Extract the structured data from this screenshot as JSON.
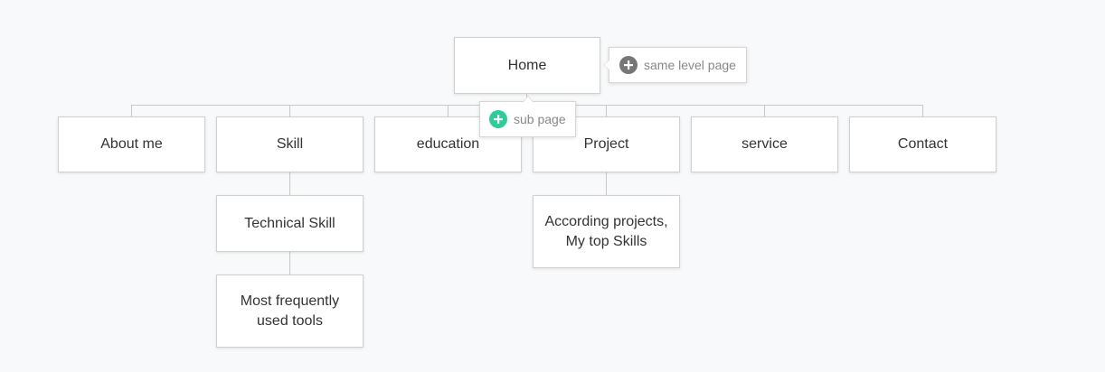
{
  "sitemap": {
    "root": {
      "label": "Home"
    },
    "children": [
      {
        "label": "About me",
        "children": []
      },
      {
        "label": "Skill",
        "children": [
          {
            "label": "Technical Skill"
          },
          {
            "label": "Most frequently used tools"
          }
        ]
      },
      {
        "label": "education",
        "children": []
      },
      {
        "label": "Project",
        "children": [
          {
            "label": "According projects, My top Skills"
          }
        ]
      },
      {
        "label": "service",
        "children": []
      },
      {
        "label": "Contact",
        "children": []
      }
    ]
  },
  "popovers": {
    "same_level": {
      "label": "same level page",
      "icon": "plus-circle-icon",
      "color": "#777777"
    },
    "sub_page": {
      "label": "sub page",
      "icon": "plus-circle-icon",
      "color": "#2ecc9a"
    }
  },
  "colors": {
    "background": "#f8f9fa",
    "card_border": "#d0d0d0",
    "connector": "#c8c8c8"
  }
}
